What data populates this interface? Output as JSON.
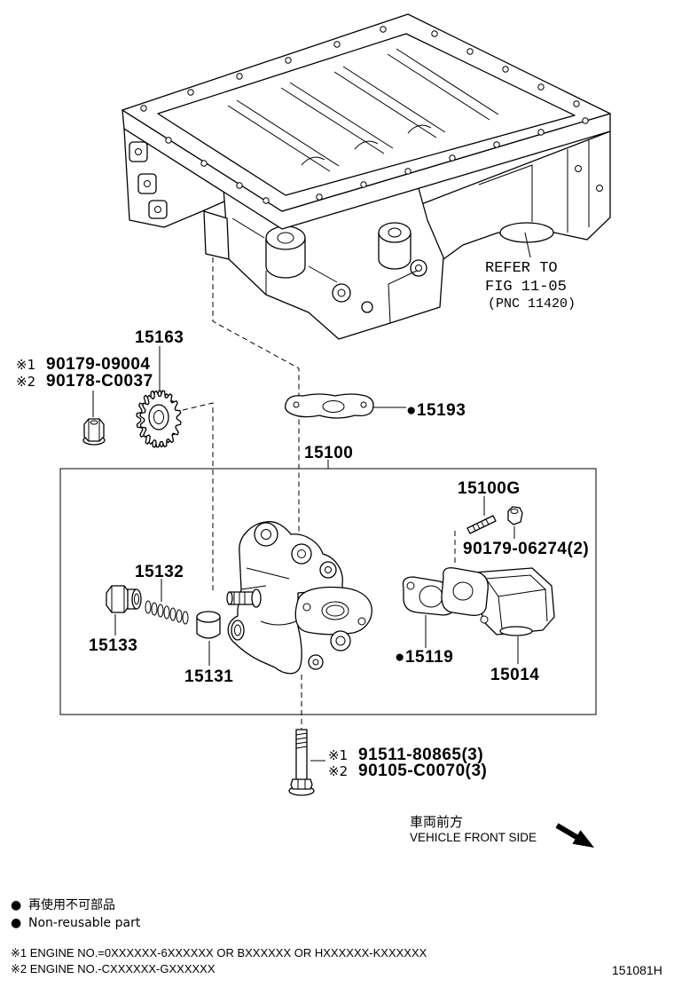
{
  "reference": {
    "line1": "REFER TO",
    "line2": "FIG 11-05",
    "line3": "(PNC 11420)"
  },
  "callouts": {
    "sprocket": "15163",
    "sprocket_nut": [
      {
        "mark": "※1",
        "part": "90179-09004"
      },
      {
        "mark": "※2",
        "part": "90178-C0037"
      }
    ],
    "pump_outlet_gasket": "●15193",
    "oil_pump_assy": "15100",
    "stud_kit": "15100G",
    "stud_nut": "90179-06274(2)",
    "relief_spring": "15132",
    "relief_plug": "15133",
    "relief_valve": "15131",
    "cover_gasket": "●15119",
    "cover": "15014",
    "bolts": [
      {
        "mark": "※1",
        "part": "91511-80865(3)"
      },
      {
        "mark": "※2",
        "part": "90105-C0070(3)"
      }
    ]
  },
  "orientation": {
    "label_jp": "車両前方",
    "label_en": "VEHICLE FRONT SIDE",
    "icon": "arrow-down-right-icon"
  },
  "legend": {
    "marker": "●",
    "label_jp": "再使用不可部品",
    "label_en": "Non-reusable part"
  },
  "notes": [
    "※1 ENGINE NO.=0XXXXXX-6XXXXXX OR BXXXXXX OR HXXXXXX-KXXXXXX",
    "※2 ENGINE NO.-CXXXXXX-GXXXXXX"
  ],
  "figure_code": "151081H"
}
